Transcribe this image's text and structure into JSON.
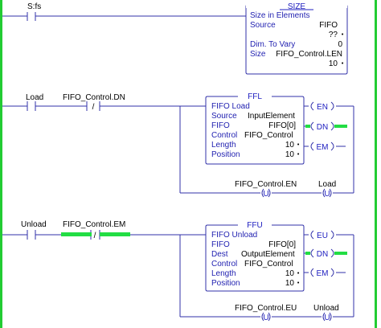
{
  "colors": {
    "rail": "#22cc33",
    "wire": "#3030a8",
    "box": "#4a4ac0",
    "title": "#2020c0",
    "text": "#000000",
    "energized": "#22dd44"
  },
  "rung0": {
    "contact_tag": "S:fs",
    "size": {
      "title": "SIZE",
      "subtitle": "Size in Elements",
      "source_label": "Source",
      "source_value": "FIFO",
      "source_value2": "??",
      "dim_label": "Dim. To Vary",
      "dim_value": "0",
      "size_label": "Size",
      "size_tag": "FIFO_Control.LEN",
      "size_value": "10"
    }
  },
  "rung1": {
    "contact1_tag": "Load",
    "contact2_tag": "FIFO_Control.DN",
    "contact2_sym": "/",
    "ffl": {
      "title": "FFL",
      "name": "FIFO Load",
      "source_label": "Source",
      "source_value": "InputElement",
      "fifo_label": "FIFO",
      "fifo_value": "FIFO[0]",
      "control_label": "Control",
      "control_value": "FIFO_Control",
      "length_label": "Length",
      "length_value": "10",
      "position_label": "Position",
      "position_value": "10"
    },
    "outputs": {
      "en": "EN",
      "dn": "DN",
      "em": "EM"
    },
    "branch": {
      "tag": "FIFO_Control.EN",
      "coil_tag": "Load",
      "sym": "U"
    }
  },
  "rung2": {
    "contact1_tag": "Unload",
    "contact2_tag": "FIFO_Control.EM",
    "contact2_sym": "/",
    "ffu": {
      "title": "FFU",
      "name": "FIFO Unload",
      "fifo_label": "FIFO",
      "fifo_value": "FIFO[0]",
      "dest_label": "Dest",
      "dest_value": "OutputElement",
      "control_label": "Control",
      "control_value": "FIFO_Control",
      "length_label": "Length",
      "length_value": "10",
      "position_label": "Position",
      "position_value": "10"
    },
    "outputs": {
      "eu": "EU",
      "dn": "DN",
      "em": "EM"
    },
    "branch": {
      "tag": "FIFO_Control.EU",
      "coil_tag": "Unload",
      "sym": "U"
    }
  },
  "icons": {
    "value_marker": "dot-arrow-icon"
  }
}
